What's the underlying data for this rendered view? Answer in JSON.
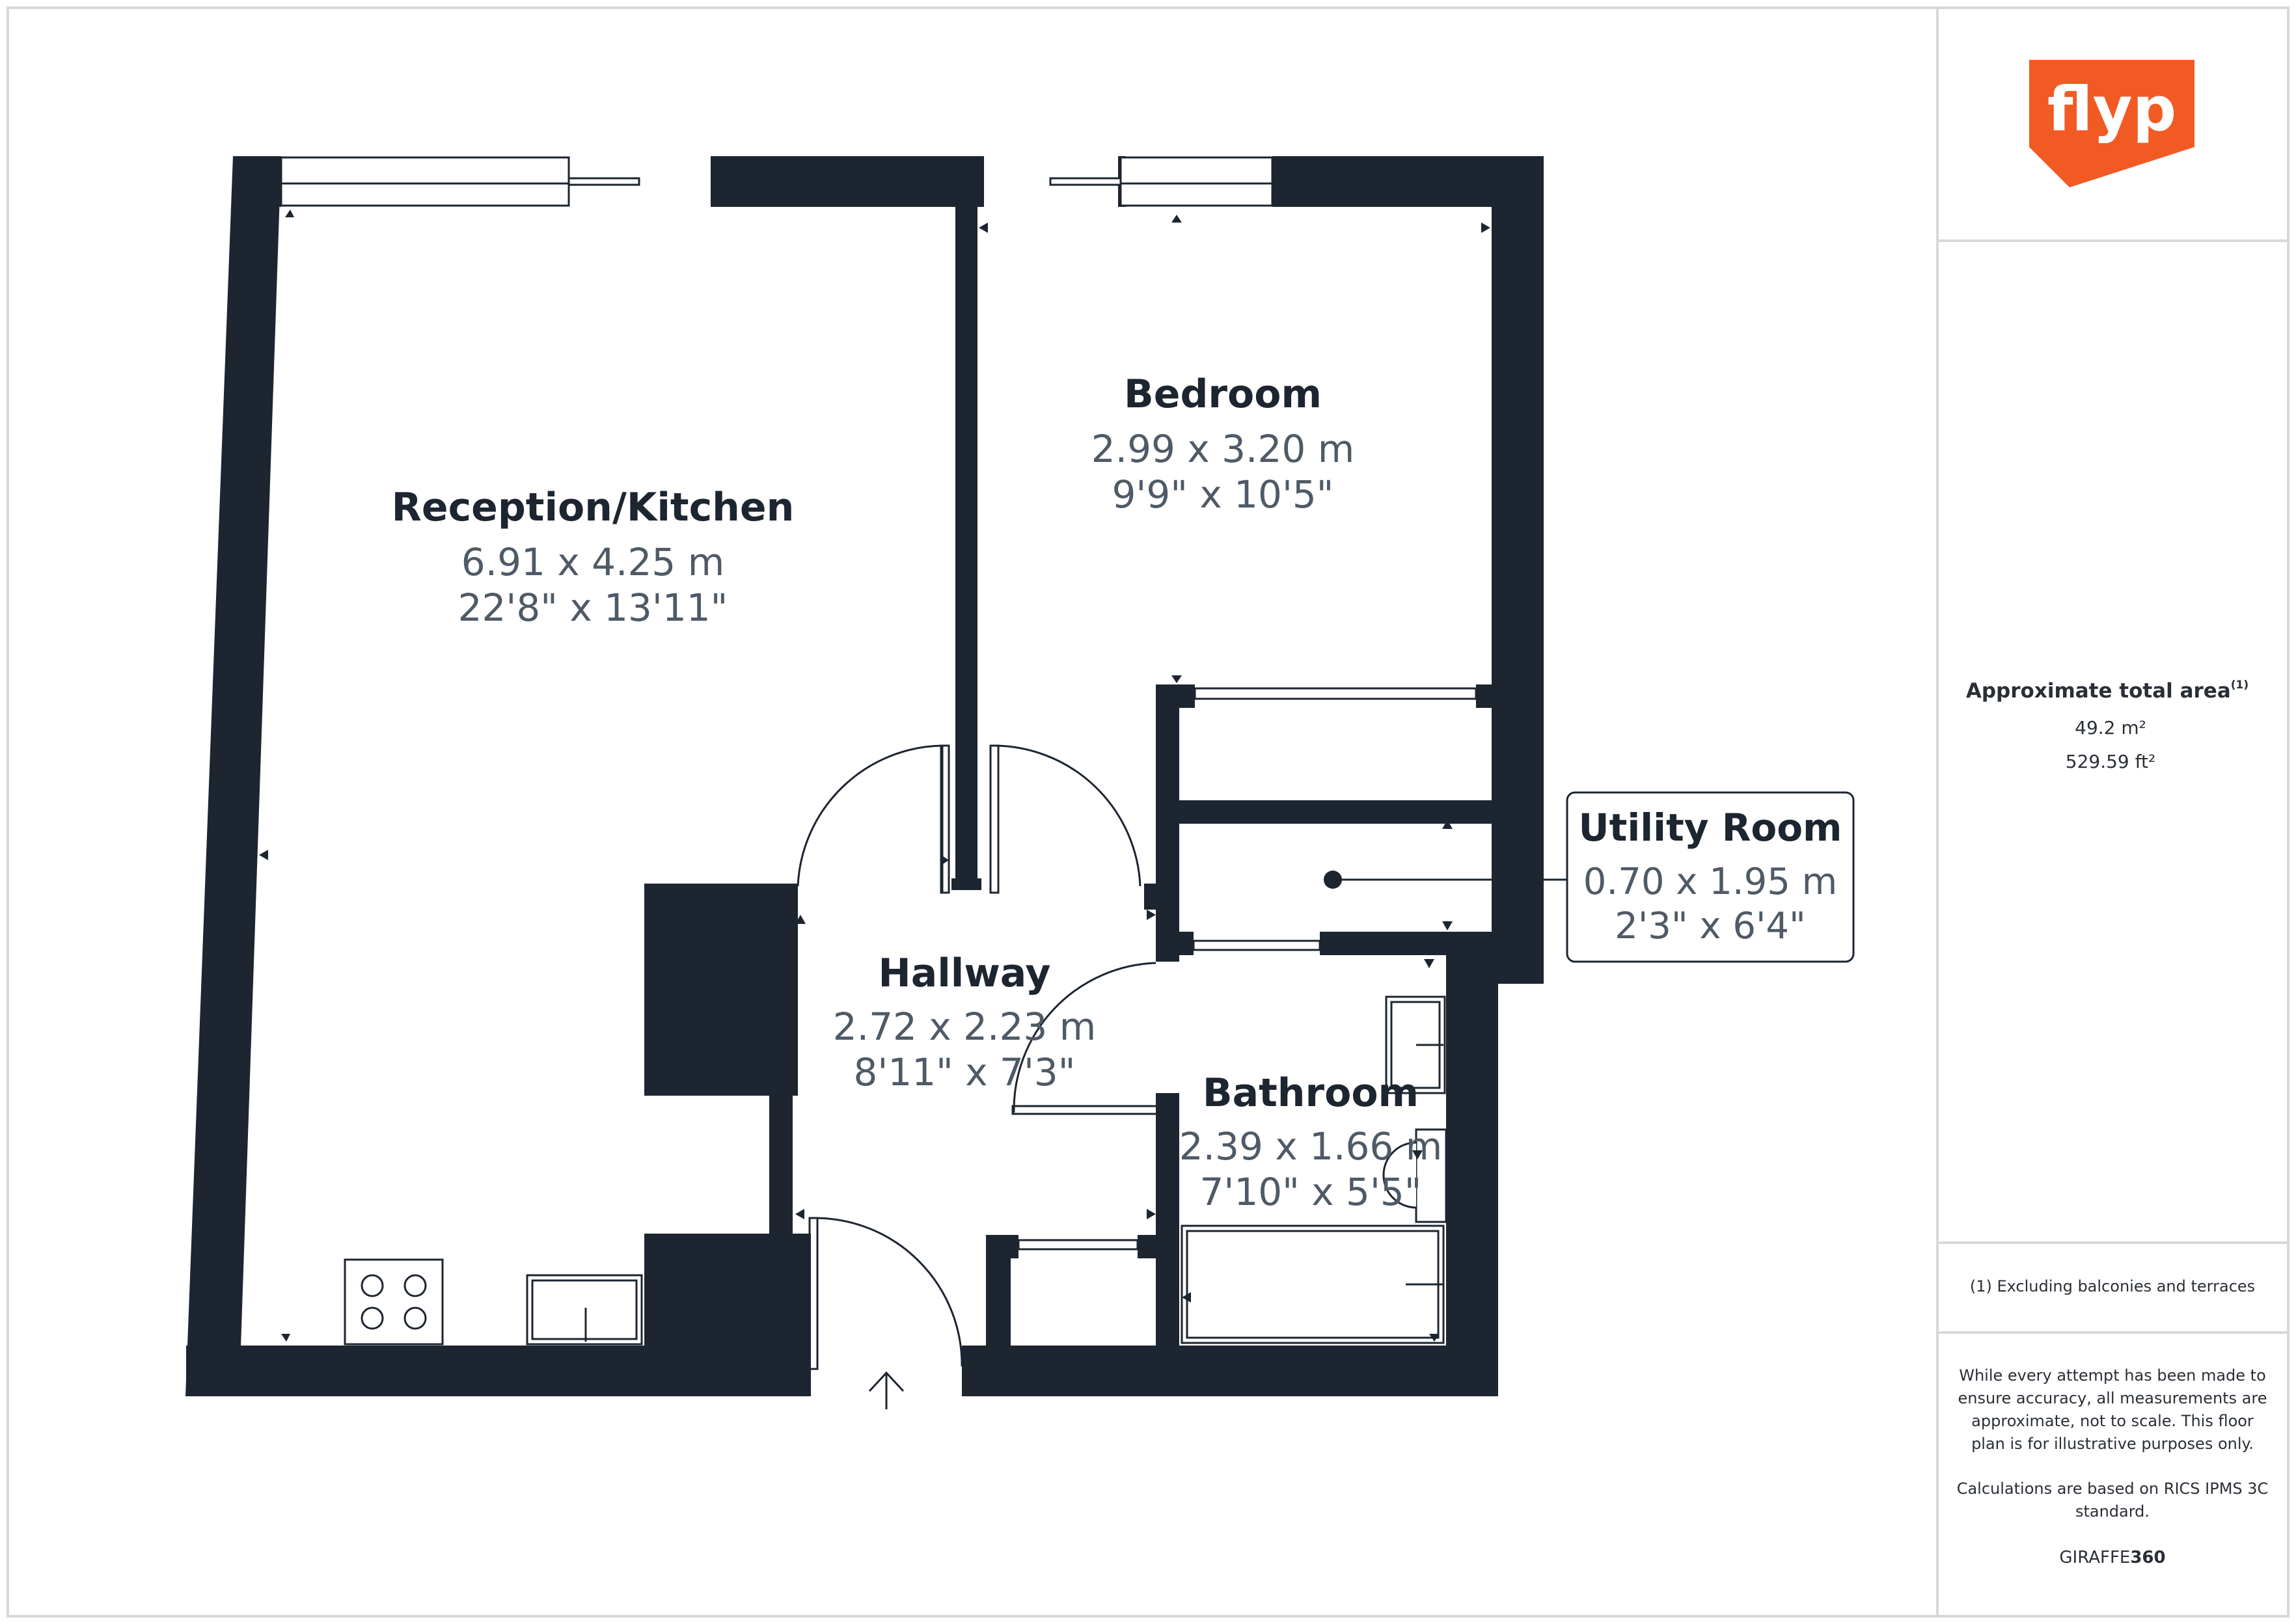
{
  "brand": {
    "logo_text": "flyp",
    "logo_color": "#f25a24"
  },
  "colors": {
    "wall": "#1c2530",
    "dimension_text": "#4f5a66",
    "border": "#d6d9dc"
  },
  "rooms": {
    "reception": {
      "name": "Reception/Kitchen",
      "metric": "6.91 x 4.25 m",
      "imperial": "22'8\" x 13'11\""
    },
    "bedroom": {
      "name": "Bedroom",
      "metric": "2.99 x 3.20 m",
      "imperial": "9'9\" x 10'5\""
    },
    "hallway": {
      "name": "Hallway",
      "metric": "2.72 x 2.23 m",
      "imperial": "8'11\" x 7'3\""
    },
    "bathroom": {
      "name": "Bathroom",
      "metric": "2.39 x 1.66 m",
      "imperial": "7'10\" x 5'5\""
    },
    "utility": {
      "name": "Utility Room",
      "metric": "0.70 x 1.95 m",
      "imperial": "2'3\" x 6'4\""
    }
  },
  "area": {
    "label": "Approximate total area",
    "footnote_mark": "(1)",
    "sqm": "49.2 m²",
    "sqft": "529.59 ft²"
  },
  "footnote": "(1) Excluding balconies and terraces",
  "disclaimer": [
    "While every attempt has been made to",
    "ensure accuracy, all measurements are",
    "approximate, not to scale. This floor",
    "plan is for illustrative purposes only."
  ],
  "calc_note": [
    "Calculations are based on RICS IPMS 3C",
    "standard."
  ],
  "credit": {
    "prefix": "GIRAFFE",
    "suffix": "360"
  }
}
